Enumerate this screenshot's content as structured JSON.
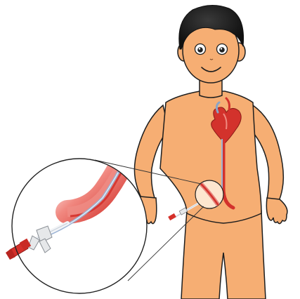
{
  "illustration": {
    "colors": {
      "skin": "#f6ae73",
      "skin_outline": "#1e1e1e",
      "hair": "#1b1b1b",
      "vessel_red": "#d3322c",
      "vessel_light": "#ef7b72",
      "catheter_blue": "#9bb3d4",
      "catheter_white": "#f2f4f7",
      "hub_red": "#d5302a",
      "hub_white": "#e6e8ea",
      "magnifier_fill": "#ffffff",
      "magnifier_ring": "#222222"
    },
    "icons": [
      "boy-figure",
      "heart-icon",
      "catheter-line",
      "magnifier-circle",
      "catheter-hub"
    ]
  }
}
